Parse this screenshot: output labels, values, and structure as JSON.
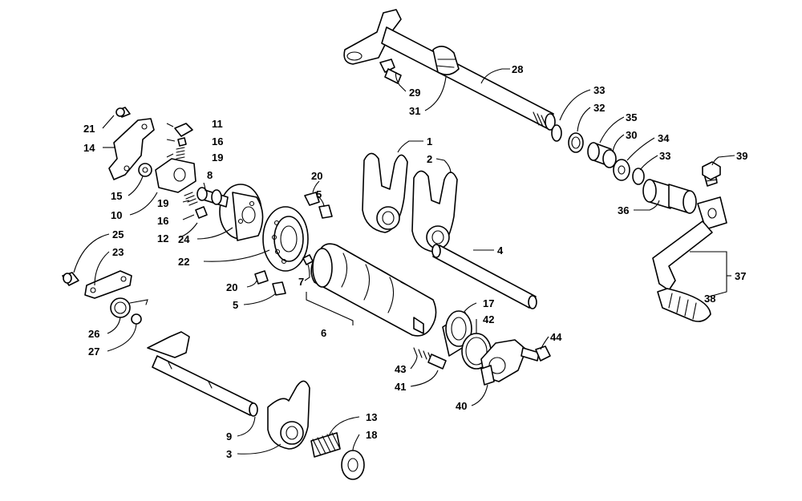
{
  "callouts": {
    "c1": "1",
    "c2": "2",
    "c3": "3",
    "c4": "4",
    "c5a": "5",
    "c5b": "5",
    "c6": "6",
    "c7": "7",
    "c8": "8",
    "c9": "9",
    "c10": "10",
    "c11": "11",
    "c12": "12",
    "c13": "13",
    "c14": "14",
    "c15": "15",
    "c16a": "16",
    "c16b": "16",
    "c17": "17",
    "c18": "18",
    "c19a": "19",
    "c19b": "19",
    "c20a": "20",
    "c20b": "20",
    "c21": "21",
    "c22": "22",
    "c23": "23",
    "c24": "24",
    "c25": "25",
    "c26": "26",
    "c27": "27",
    "c28": "28",
    "c29": "29",
    "c30": "30",
    "c31": "31",
    "c32": "32",
    "c33a": "33",
    "c33b": "33",
    "c34": "34",
    "c35": "35",
    "c36": "36",
    "c37": "37",
    "c38": "38",
    "c39": "39",
    "c40": "40",
    "c41": "41",
    "c42": "42",
    "c43": "43",
    "c44": "44"
  }
}
